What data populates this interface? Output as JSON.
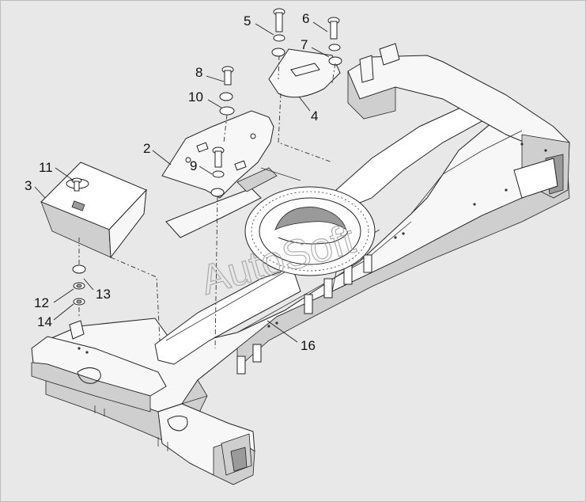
{
  "diagram": {
    "watermark": "AutoSoft",
    "callouts": [
      {
        "id": "c2",
        "text": "2"
      },
      {
        "id": "c3",
        "text": "3"
      },
      {
        "id": "c4",
        "text": "4"
      },
      {
        "id": "c5",
        "text": "5"
      },
      {
        "id": "c6",
        "text": "6"
      },
      {
        "id": "c7",
        "text": "7"
      },
      {
        "id": "c8",
        "text": "8"
      },
      {
        "id": "c9",
        "text": "9"
      },
      {
        "id": "c10",
        "text": "10"
      },
      {
        "id": "c11",
        "text": "11"
      },
      {
        "id": "c12",
        "text": "12"
      },
      {
        "id": "c13",
        "text": "13"
      },
      {
        "id": "c14",
        "text": "14"
      },
      {
        "id": "c16",
        "text": "16"
      }
    ]
  }
}
